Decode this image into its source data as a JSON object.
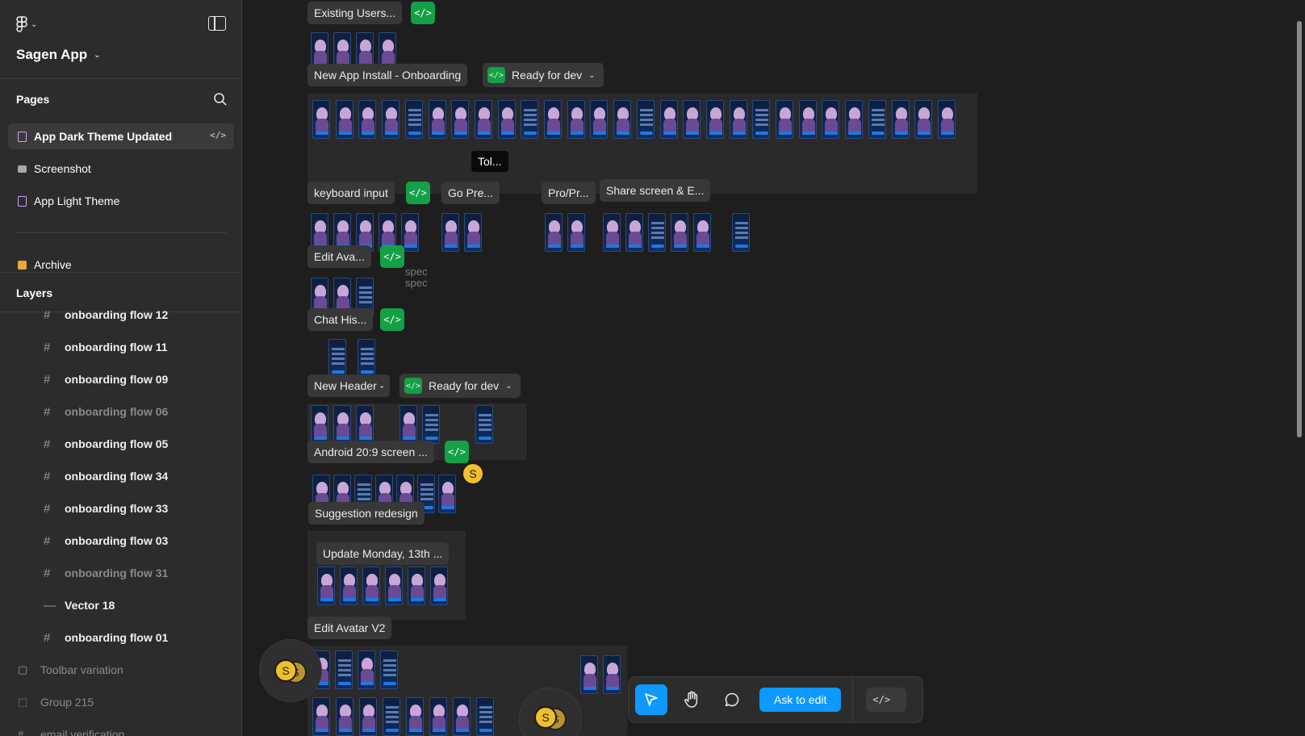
{
  "app": {
    "file_name": "Sagen App",
    "icons": {
      "logo": "figma-logo-icon",
      "panel": "sidebar-toggle-icon",
      "search": "search-icon"
    }
  },
  "sidebar": {
    "pages_label": "Pages",
    "pages": [
      {
        "label": "App Dark Theme Updated",
        "active": true
      },
      {
        "label": "Screenshot",
        "active": false
      },
      {
        "label": "App Light Theme",
        "active": false
      }
    ],
    "archive_label": "Archive",
    "layers_label": "Layers",
    "layers": [
      {
        "label": "onboarding flow 12",
        "dim": false,
        "icon": "frame-icon"
      },
      {
        "label": "onboarding flow 11",
        "dim": false,
        "icon": "frame-icon"
      },
      {
        "label": "onboarding flow 09",
        "dim": false,
        "icon": "frame-icon"
      },
      {
        "label": "onboarding flow 06",
        "dim": true,
        "icon": "frame-icon"
      },
      {
        "label": "onboarding flow 05",
        "dim": false,
        "icon": "frame-icon"
      },
      {
        "label": "onboarding flow 34",
        "dim": false,
        "icon": "frame-icon"
      },
      {
        "label": "onboarding flow 33",
        "dim": false,
        "icon": "frame-icon"
      },
      {
        "label": "onboarding flow 03",
        "dim": false,
        "icon": "frame-icon"
      },
      {
        "label": "onboarding flow 31",
        "dim": true,
        "icon": "frame-icon"
      },
      {
        "label": "Vector 18",
        "dim": false,
        "icon": "vector-icon"
      },
      {
        "label": "onboarding flow 01",
        "dim": false,
        "icon": "frame-icon"
      }
    ],
    "top_layers": [
      {
        "label": "Toolbar variation",
        "icon": "section-icon"
      },
      {
        "label": "Group 215",
        "icon": "group-icon"
      },
      {
        "label": "email verification",
        "icon": "frame-icon"
      }
    ]
  },
  "canvas": {
    "labels": {
      "existing_users": "Existing Users...",
      "new_install": "New App Install - Onboarding",
      "ready_1": "Ready for dev",
      "tooltip": "Tol...",
      "keyboard": "keyboard input",
      "go_pre": "Go Pre...",
      "pro_pr": "Pro/Pr...",
      "share": "Share screen & E...",
      "edit_ava": "Edit Ava...",
      "spec_1": "spec",
      "spec_2": "spec",
      "chat_his": "Chat His...",
      "new_header": "New Header -",
      "ready_2": "Ready for dev",
      "android": "Android 20:9 screen ...",
      "suggestion": "Suggestion redesign",
      "update_monday": "Update Monday, 13th ...",
      "edit_avatar_v2": "Edit Avatar V2"
    },
    "code_glyph": "</>",
    "avatar_initial": "S"
  },
  "toolbar": {
    "move_tool": "cursor-icon",
    "hand_tool": "hand-icon",
    "comment_tool": "comment-icon",
    "ask_label": "Ask to edit",
    "dev_mode_glyph": "</>"
  }
}
